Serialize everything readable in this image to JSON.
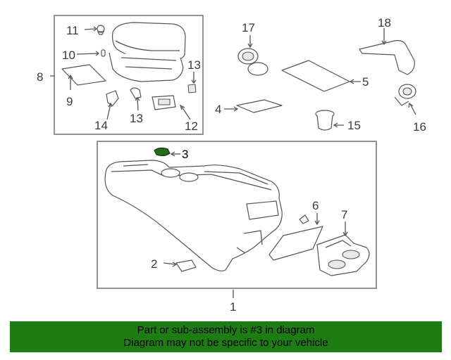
{
  "callouts": {
    "c1": "1",
    "c2": "2",
    "c3": "3",
    "c4": "4",
    "c5": "5",
    "c6": "6",
    "c7": "7",
    "c8": "8",
    "c9": "9",
    "c10": "10",
    "c11": "11",
    "c12": "12",
    "c13a": "13",
    "c13b": "13",
    "c14": "14",
    "c15": "15",
    "c16": "16",
    "c17": "17",
    "c18": "18"
  },
  "banner": {
    "line1": "Part or sub-assembly is #3 in diagram",
    "line2": "Diagram may not be specific to your vehicle"
  },
  "colors": {
    "banner_bg": "#1e7d12",
    "highlight_part": "#1f6e14"
  }
}
